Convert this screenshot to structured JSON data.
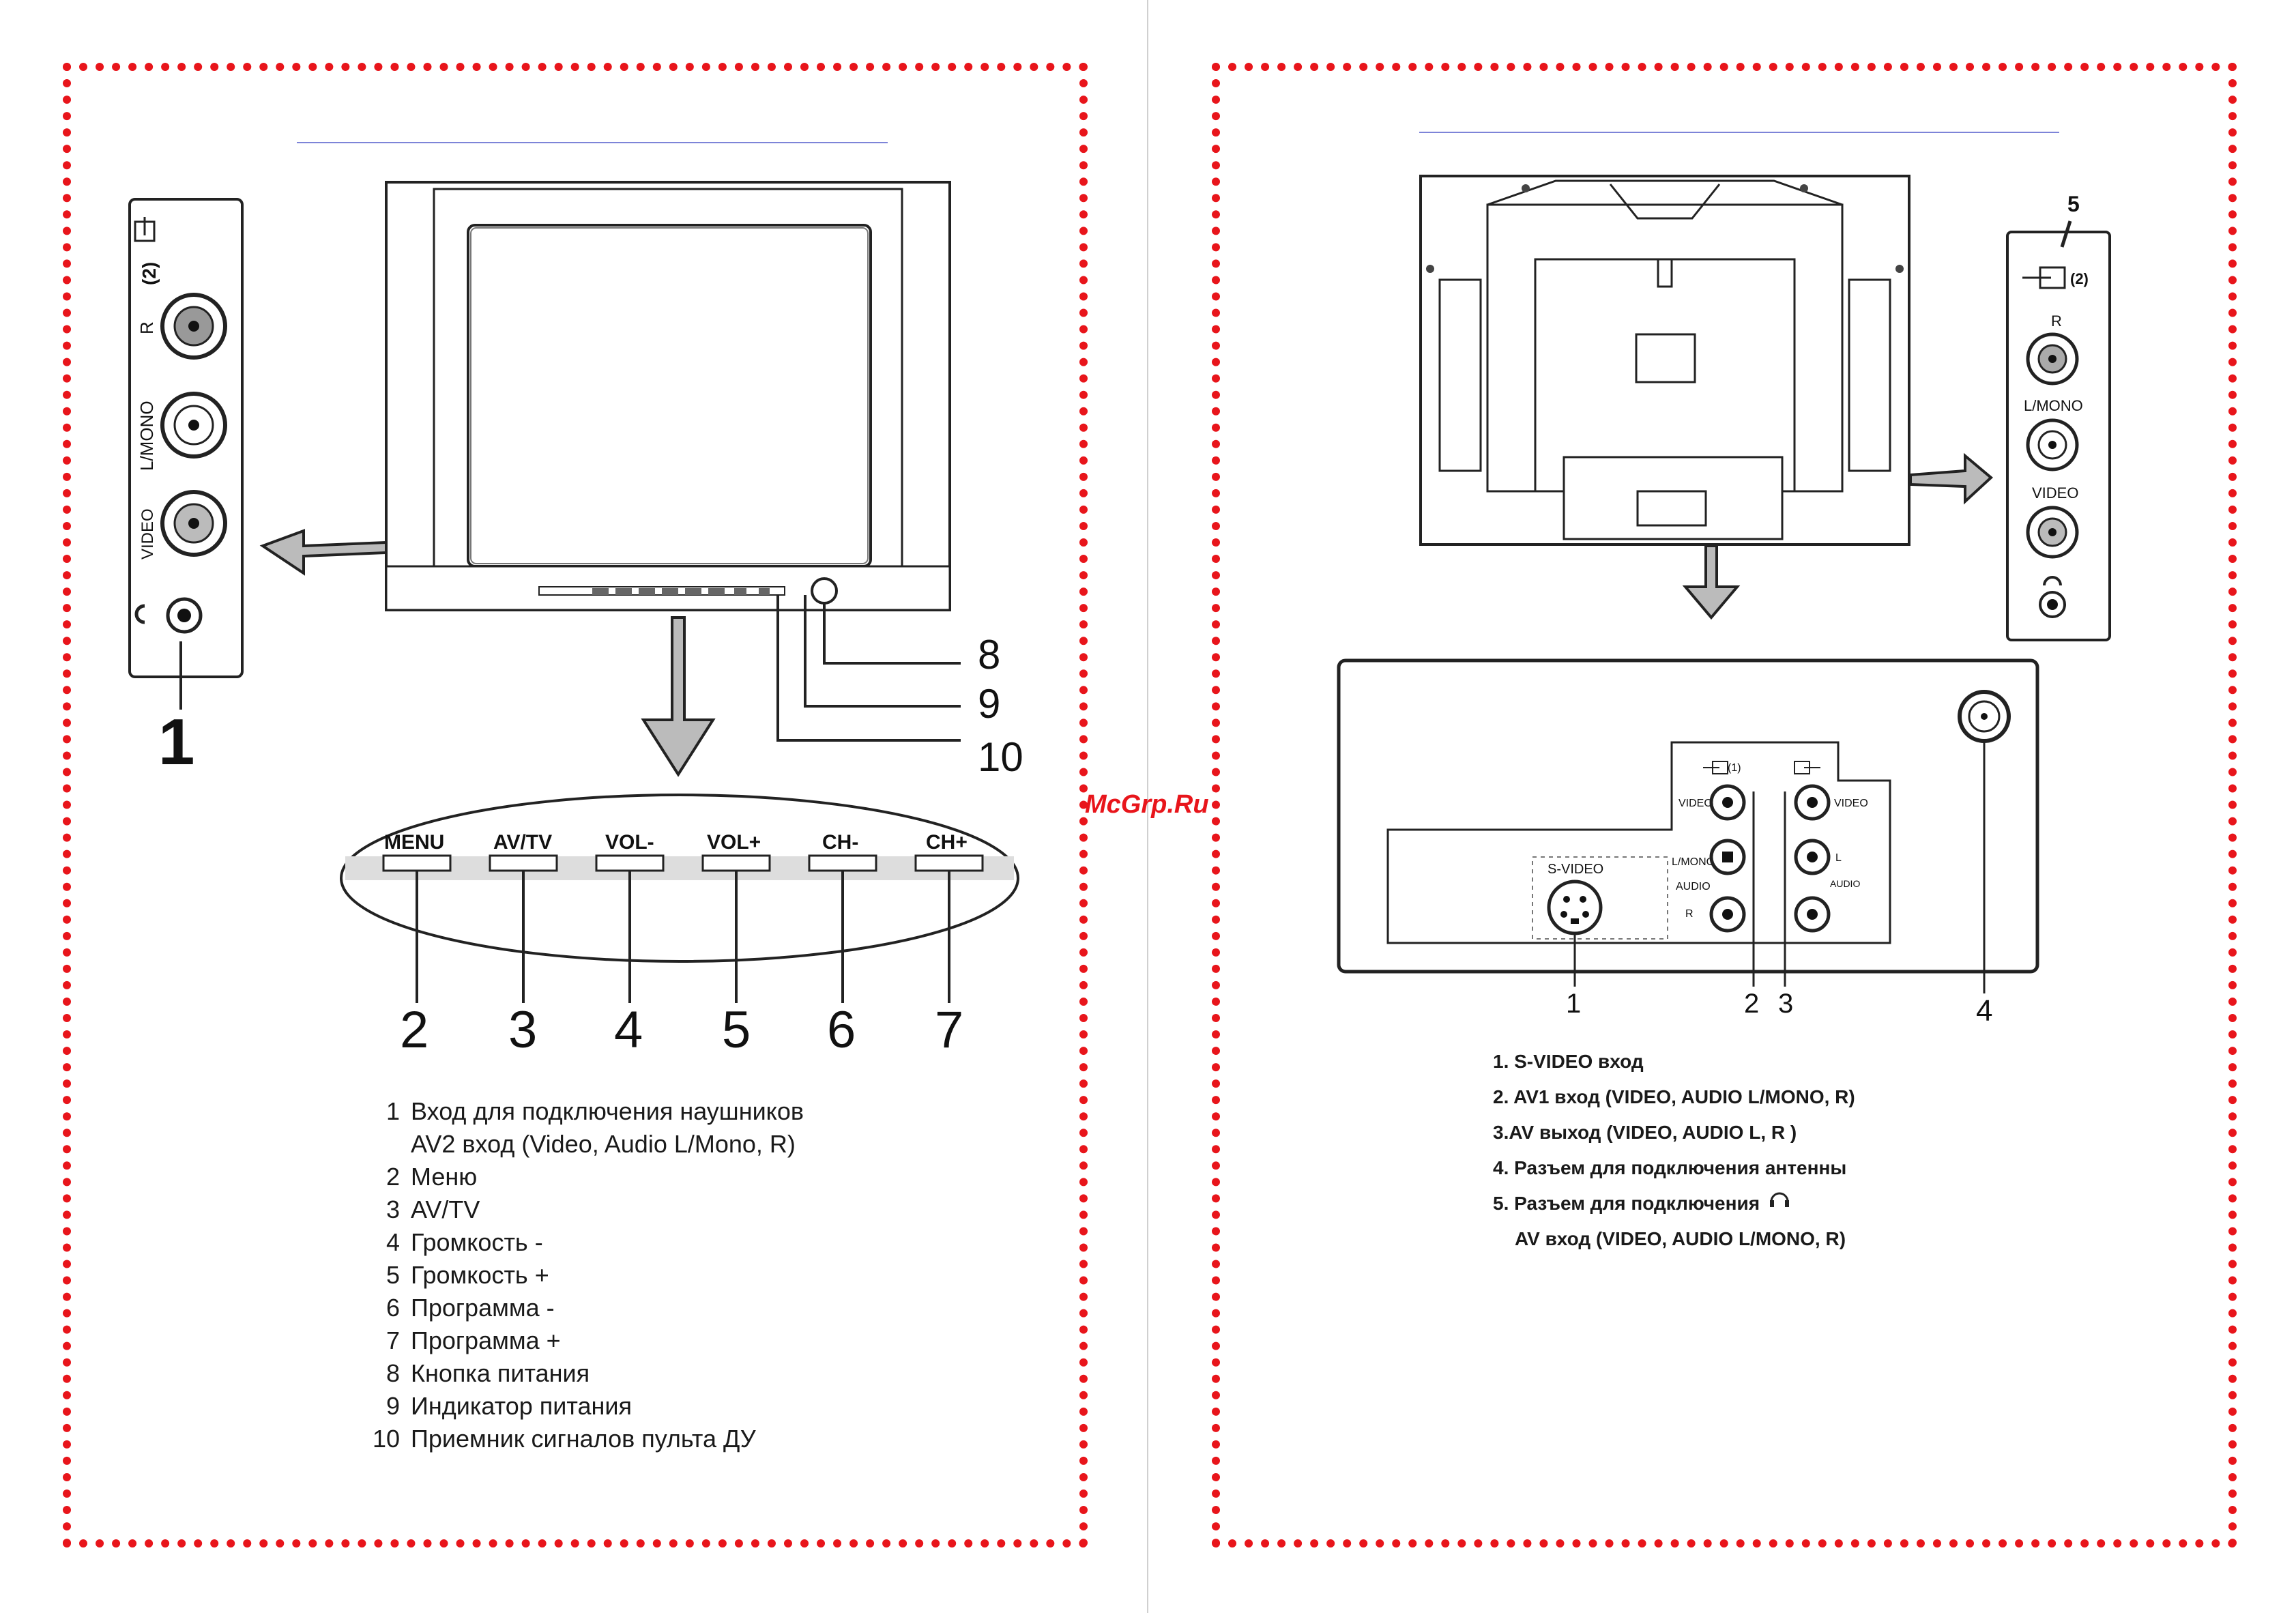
{
  "watermark": "McGrp.Ru",
  "left_page": {
    "side_panel": {
      "port_labels": [
        "(2)",
        "R",
        "L/MONO",
        "VIDEO"
      ]
    },
    "front_panel": {
      "buttons": [
        "MENU",
        "AV/TV",
        "VOL-",
        "VOL+",
        "CH-",
        "CH+"
      ]
    },
    "callouts": [
      "1",
      "2",
      "3",
      "4",
      "5",
      "6",
      "7",
      "8",
      "9",
      "10"
    ],
    "legend": [
      {
        "num": "1",
        "text": "Вход для подключения наушников"
      },
      {
        "num": "",
        "text": "AV2 вход (Video, Audio L/Mono, R)"
      },
      {
        "num": "2",
        "text": "Меню"
      },
      {
        "num": "3",
        "text": "AV/TV"
      },
      {
        "num": "4",
        "text": "Громкость -"
      },
      {
        "num": "5",
        "text": "Громкость +"
      },
      {
        "num": "6",
        "text": "Программа -"
      },
      {
        "num": "7",
        "text": "Программа +"
      },
      {
        "num": "8",
        "text": "Кнопка питания"
      },
      {
        "num": "9",
        "text": "Индикатор питания"
      },
      {
        "num": "10",
        "text": "Приемник сигналов пульта ДУ"
      }
    ]
  },
  "right_page": {
    "side_panel": {
      "callout": "5",
      "port_labels": [
        "(2)",
        "R",
        "L/MONO",
        "VIDEO"
      ]
    },
    "rear_panel": {
      "s_video": "S-VIDEO",
      "in_label": "(1)",
      "video": "VIDEO",
      "lmono": "L/MONO",
      "audio": "AUDIO",
      "r": "R",
      "out_video": "VIDEO",
      "l": "L",
      "out_audio": "AUDIO",
      "callouts": [
        "1",
        "2",
        "3",
        "4"
      ]
    },
    "legend": [
      {
        "text": "1. S-VIDEO вход"
      },
      {
        "text": "2. AV1 вход  (VIDEO, AUDIO L/MONO, R)"
      },
      {
        "text": "3.AV выход  (VIDEO, AUDIO L, R )"
      },
      {
        "text": "4. Разъем для подключения антенны"
      },
      {
        "text": "5. Разъем для подключения"
      },
      {
        "text": "AV   вход  (VIDEO, AUDIO L/MONO, R)"
      }
    ]
  }
}
